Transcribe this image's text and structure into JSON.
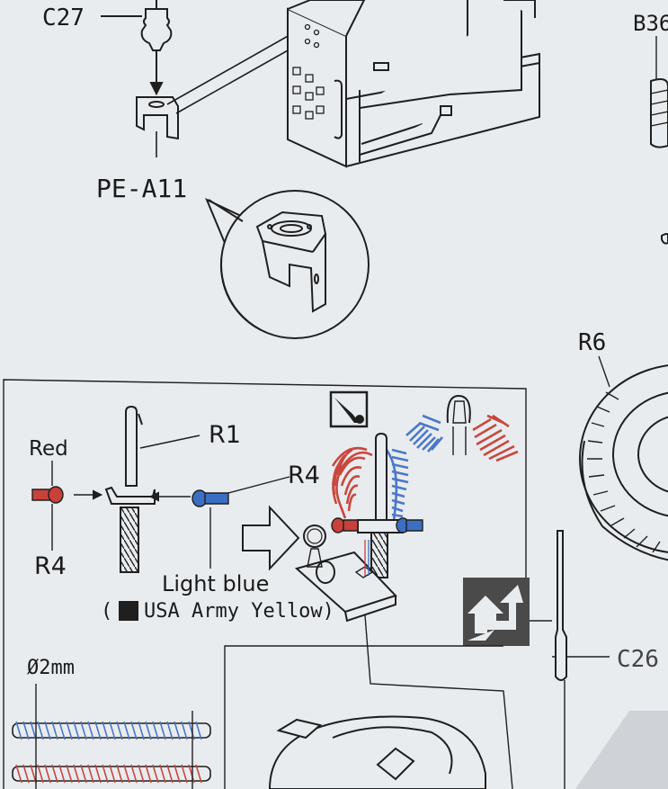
{
  "labels": {
    "c27": "C27",
    "pe_a11": "PE-A11",
    "b36": "B36",
    "r6": "R6",
    "r1": "R1",
    "r4_right": "R4",
    "r4_left": "R4",
    "red": "Red",
    "light_blue": "Light blue",
    "usa_army_yellow_open": "(",
    "usa_army_yellow": "USA Army Yellow)",
    "diameter": "Ø2mm",
    "c26": "C26"
  },
  "colors": {
    "red_part": "#c8413a",
    "blue_part": "#3b6fc4",
    "hose_red": "#c9473d",
    "hose_blue": "#4a78c9",
    "line": "#1f1f1f",
    "paper": "#e9ecef",
    "icon_dark": "#4a4a4a"
  },
  "icons": {
    "paint_icon": "paint-drop-icon",
    "flip_icon": "flip-arrows-icon",
    "next_arrow": "hollow-arrow-icon"
  }
}
